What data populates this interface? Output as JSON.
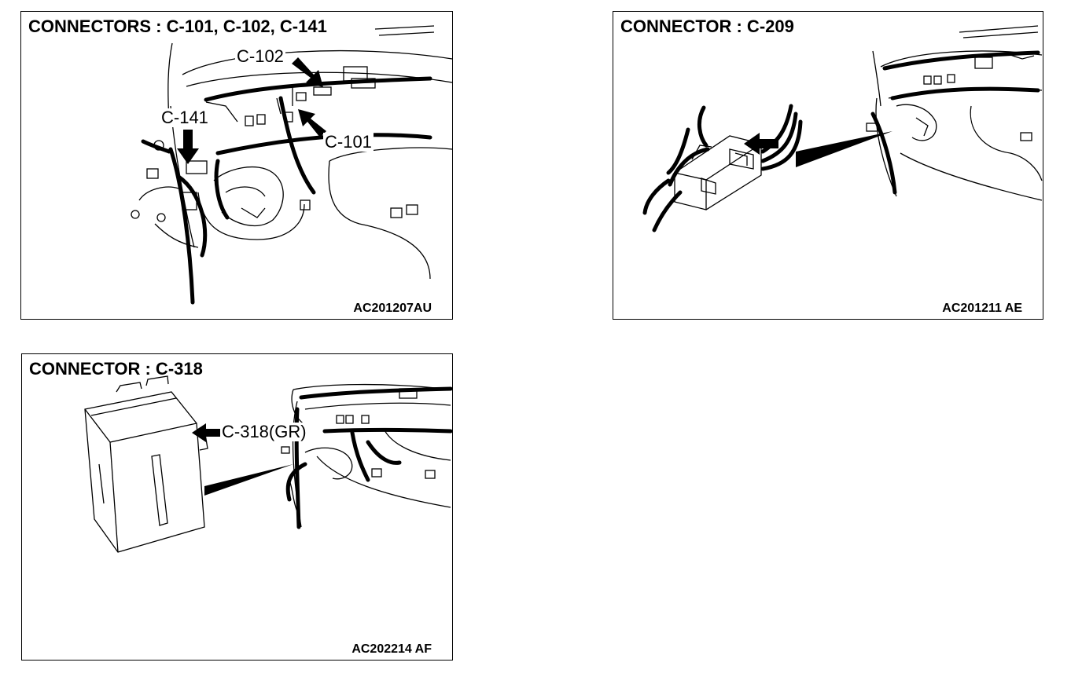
{
  "panels": [
    {
      "title": "CONNECTORS : C-101, C-102, C-141",
      "code": "AC201207AU",
      "callouts": [
        "C-102",
        "C-141",
        "C-101"
      ]
    },
    {
      "title": "CONNECTOR : C-209",
      "code": "AC201211 AE",
      "callouts": []
    },
    {
      "title": "CONNECTOR : C-318",
      "code": "AC202214 AF",
      "callouts": [
        "C-318(GR)"
      ]
    }
  ],
  "colors": {
    "line": "#000000",
    "background": "#ffffff"
  }
}
